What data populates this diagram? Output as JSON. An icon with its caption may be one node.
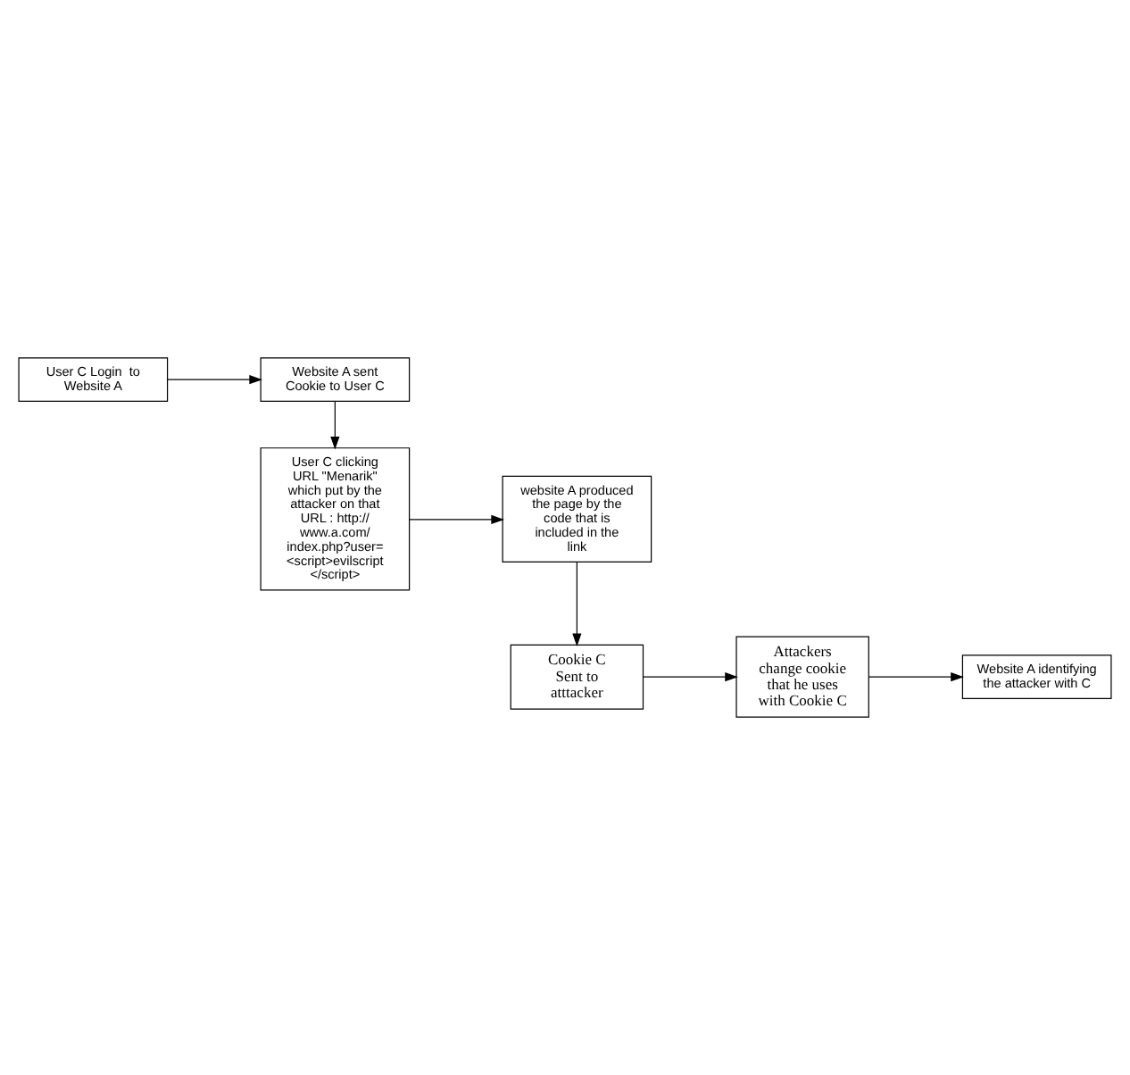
{
  "diagram": {
    "nodes": [
      {
        "text": [
          "User C Login  to Website A"
        ]
      },
      {
        "text": [
          "Website A sent Cookie to User C"
        ]
      },
      {
        "text": [
          "User C clicking URL \"Menarik\" which put by the attacker on that URL : http:// www.a.com/ index.php?user= <script>evilscript </script>"
        ]
      },
      {
        "text": [
          "website A produced the page by the code that is included in the link"
        ]
      },
      {
        "text": [
          "Cookie C Sent to atttacker"
        ]
      },
      {
        "text": [
          "Attackers change cookie that he uses with Cookie C"
        ]
      },
      {
        "text": [
          "Website A identifying the attacker with C"
        ]
      }
    ],
    "edges": [
      {
        "from": 0,
        "to": 1,
        "arrow": "to"
      },
      {
        "from": 1,
        "to": 2,
        "arrow": "to"
      },
      {
        "from": 2,
        "to": 3,
        "arrow": "to"
      },
      {
        "from": 3,
        "to": 4,
        "arrow": "to"
      },
      {
        "from": 4,
        "to": 5,
        "arrow": "to"
      },
      {
        "from": 5,
        "to": 6,
        "arrow": "to"
      }
    ]
  }
}
